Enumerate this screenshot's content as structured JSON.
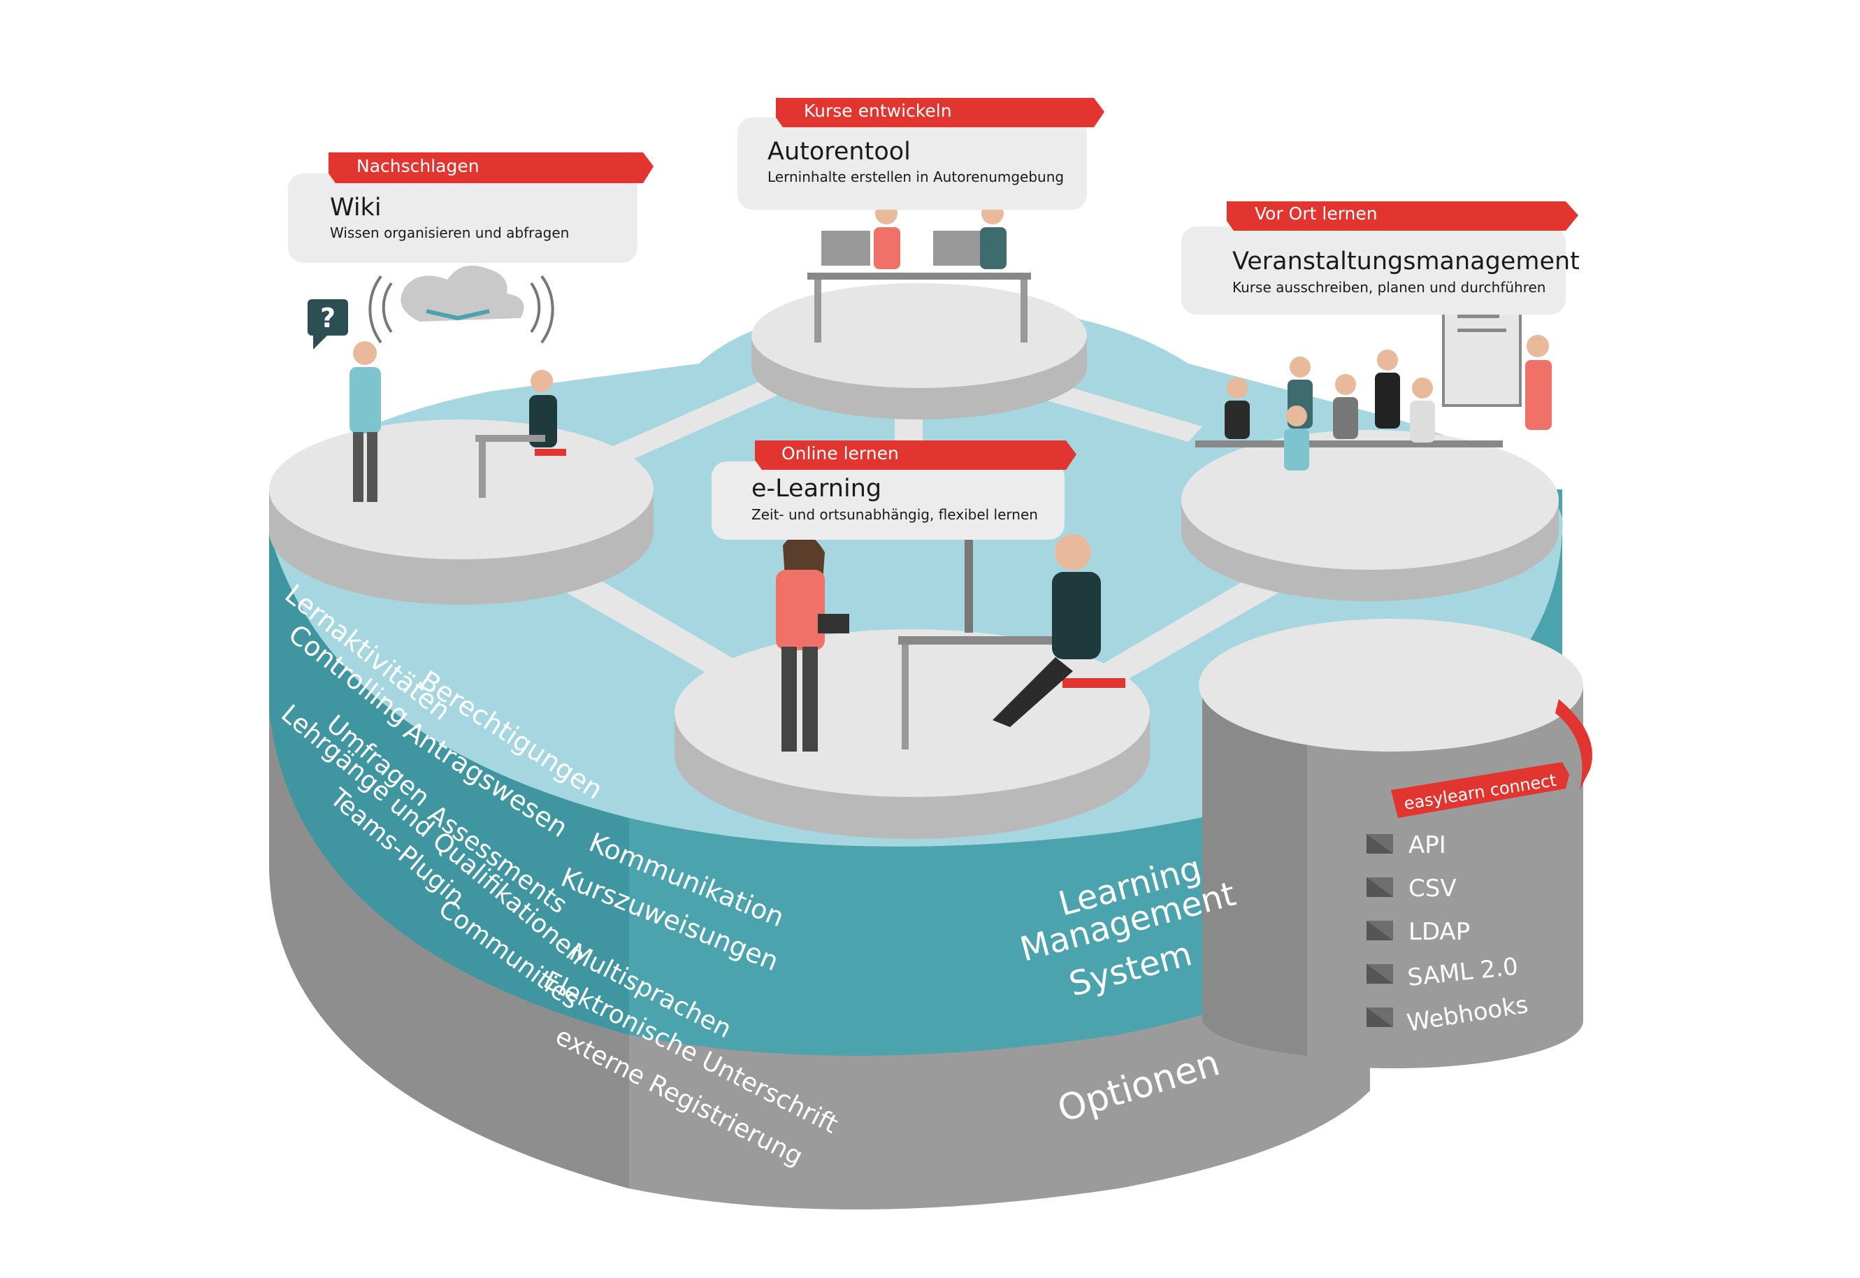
{
  "modules": {
    "wiki": {
      "tag": "Nachschlagen",
      "title": "Wiki",
      "subtitle": "Wissen organisieren und abfragen"
    },
    "authoring": {
      "tag": "Kurse entwickeln",
      "title": "Autorentool",
      "subtitle": "Lerninhalte erstellen in Autorenumgebung"
    },
    "events": {
      "tag": "Vor Ort lernen",
      "title": "Veranstaltungsmanagement",
      "subtitle": "Kurse ausschreiben, planen und durchführen"
    },
    "elearning": {
      "tag": "Online lernen",
      "title": "e-Learning",
      "subtitle": "Zeit- und ortsunabhängig, flexibel lernen"
    }
  },
  "help_symbol": "?",
  "lms": {
    "features": [
      "Lernaktivitäten",
      "Berechtigungen",
      "Kommunikation",
      "Controlling",
      "Antragswesen",
      "Kurszuweisungen"
    ],
    "label": [
      "Learning",
      "Management",
      "System"
    ]
  },
  "options": {
    "features": [
      "Umfragen",
      "Assessments",
      "Multisprachen",
      "Lehrgänge und Qualifikationen",
      "Elektronische Unterschrift",
      "Teams-Plugin",
      "Communities",
      "externe Registrierung"
    ],
    "label": "Optionen"
  },
  "connect": {
    "tag": "easylearn connect",
    "items": [
      "API",
      "CSV",
      "LDAP",
      "SAML 2.0",
      "Webhooks"
    ]
  },
  "colors": {
    "accent": "#e2352f",
    "teal": "#4aa3ad",
    "water": "#a6d7e1",
    "platform": "#e6e6e6",
    "base": "#9b9b9b"
  }
}
